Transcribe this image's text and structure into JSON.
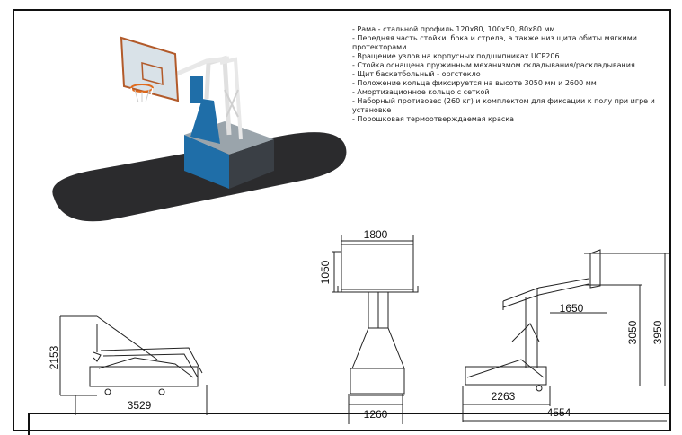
{
  "specs": [
    "- Рама - стальной профиль 120x80, 100x50, 80x80 мм",
    "- Передняя часть стойки, бока и стрела, а также низ щита обиты мягкими протекторами",
    "- Вращение узлов на корпусных подшипниках UCP206",
    "- Стойка оснащена пружинным  механизмом складывания/раскладывания",
    "- Щит баскетбольный - оргстекло",
    "- Положение кольца фиксируется на высоте 3050 мм и 2600 мм",
    "- Амортизационное кольцо с сеткой",
    "- Наборный противовес (260 кг) и комплектом для фиксации к полу при игре и установке",
    "- Порошковая термоотверждаемая краска"
  ],
  "dimensions": {
    "side_folded_height": "2153",
    "side_folded_length": "3529",
    "front_width": "1800",
    "front_board_height": "1050",
    "front_base_width": "1260",
    "side_reach": "1650",
    "side_rim_height": "3050",
    "side_total_height": "3950",
    "side_base_length": "2263",
    "side_total_length": "4554"
  },
  "colors": {
    "base_blue": "#1f6ea8",
    "mat_dark": "#2b2b2d",
    "frame_white": "#e8e8e8",
    "rim_orange": "#e06a1c",
    "board_border": "#b25a2a"
  }
}
